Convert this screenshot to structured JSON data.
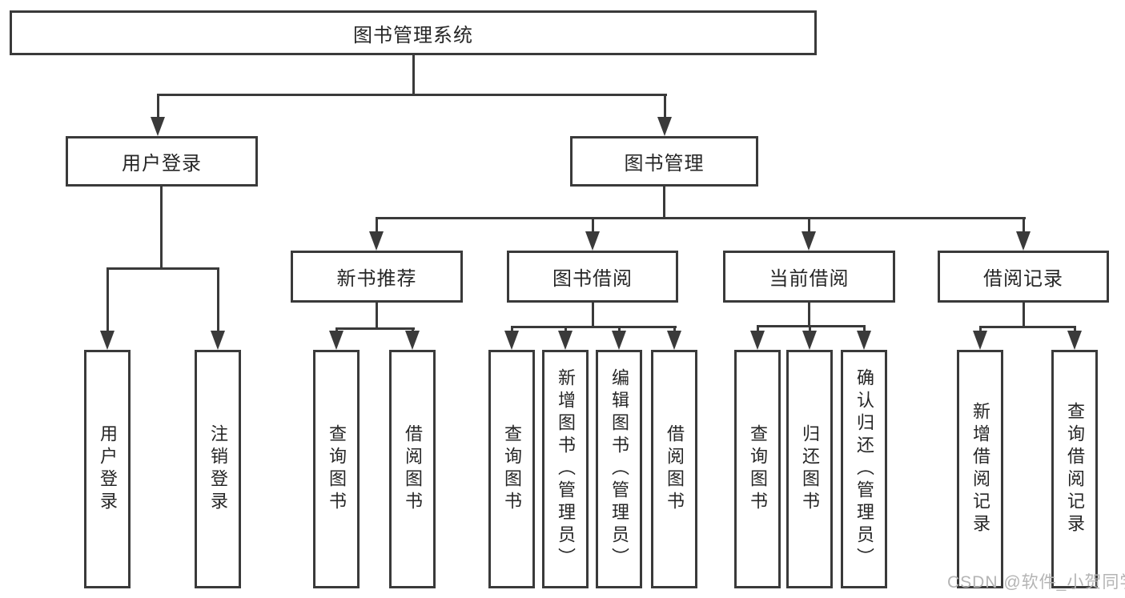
{
  "tree": {
    "root": {
      "label": "图书管理系统",
      "children": [
        {
          "label": "用户登录",
          "children": [
            {
              "label": "用户登录"
            },
            {
              "label": "注销登录"
            }
          ]
        },
        {
          "label": "图书管理",
          "children": [
            {
              "label": "新书推荐",
              "children": [
                {
                  "label": "查询图书"
                },
                {
                  "label": "借阅图书"
                }
              ]
            },
            {
              "label": "图书借阅",
              "children": [
                {
                  "label": "查询图书"
                },
                {
                  "label": "新增图书（管理员）"
                },
                {
                  "label": "编辑图书（管理员）"
                },
                {
                  "label": "借阅图书"
                }
              ]
            },
            {
              "label": "当前借阅",
              "children": [
                {
                  "label": "查询图书"
                },
                {
                  "label": "归还图书"
                },
                {
                  "label": "确认归还（管理员）"
                }
              ]
            },
            {
              "label": "借阅记录",
              "children": [
                {
                  "label": "新增借阅记录"
                },
                {
                  "label": "查询借阅记录"
                }
              ]
            }
          ]
        }
      ]
    }
  },
  "watermark": {
    "text": "CSDN @软件_小贺同学"
  },
  "colors": {
    "line": "#3a3a3a",
    "box_border": "#3a3a3a",
    "text": "#262626",
    "watermark_text": "#b4b4b4",
    "background": "#ffffff"
  }
}
